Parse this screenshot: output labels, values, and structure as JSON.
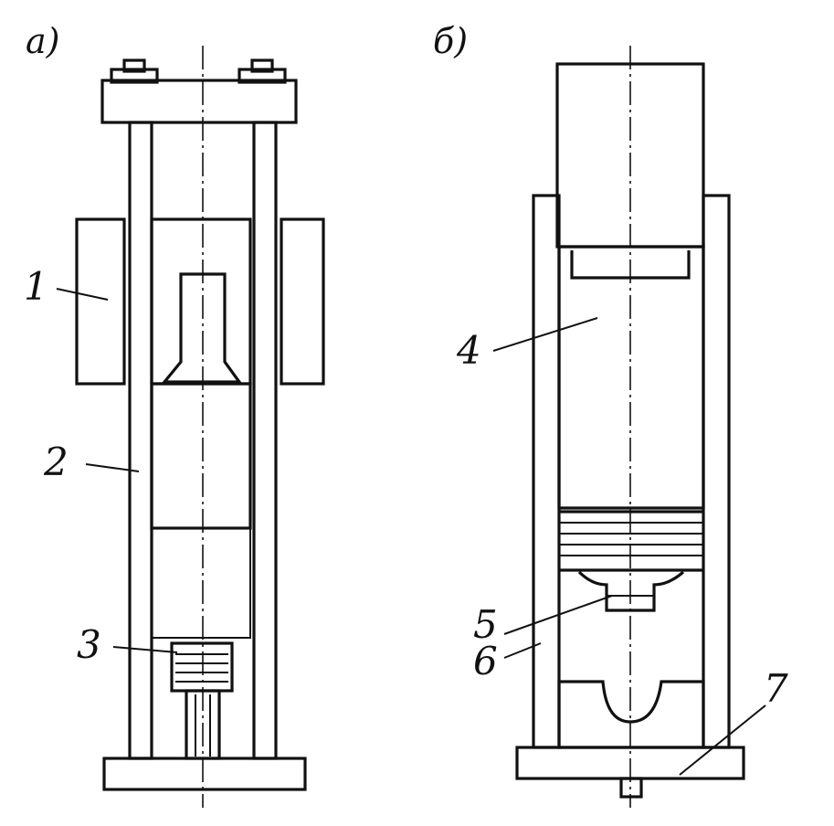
{
  "figure_a": {
    "caption": "а)",
    "labels": {
      "l1": "1",
      "l2": "2",
      "l3": "3"
    }
  },
  "figure_b": {
    "caption": "б)",
    "labels": {
      "l4": "4",
      "l5": "5",
      "l6": "6",
      "l7": "7"
    }
  }
}
